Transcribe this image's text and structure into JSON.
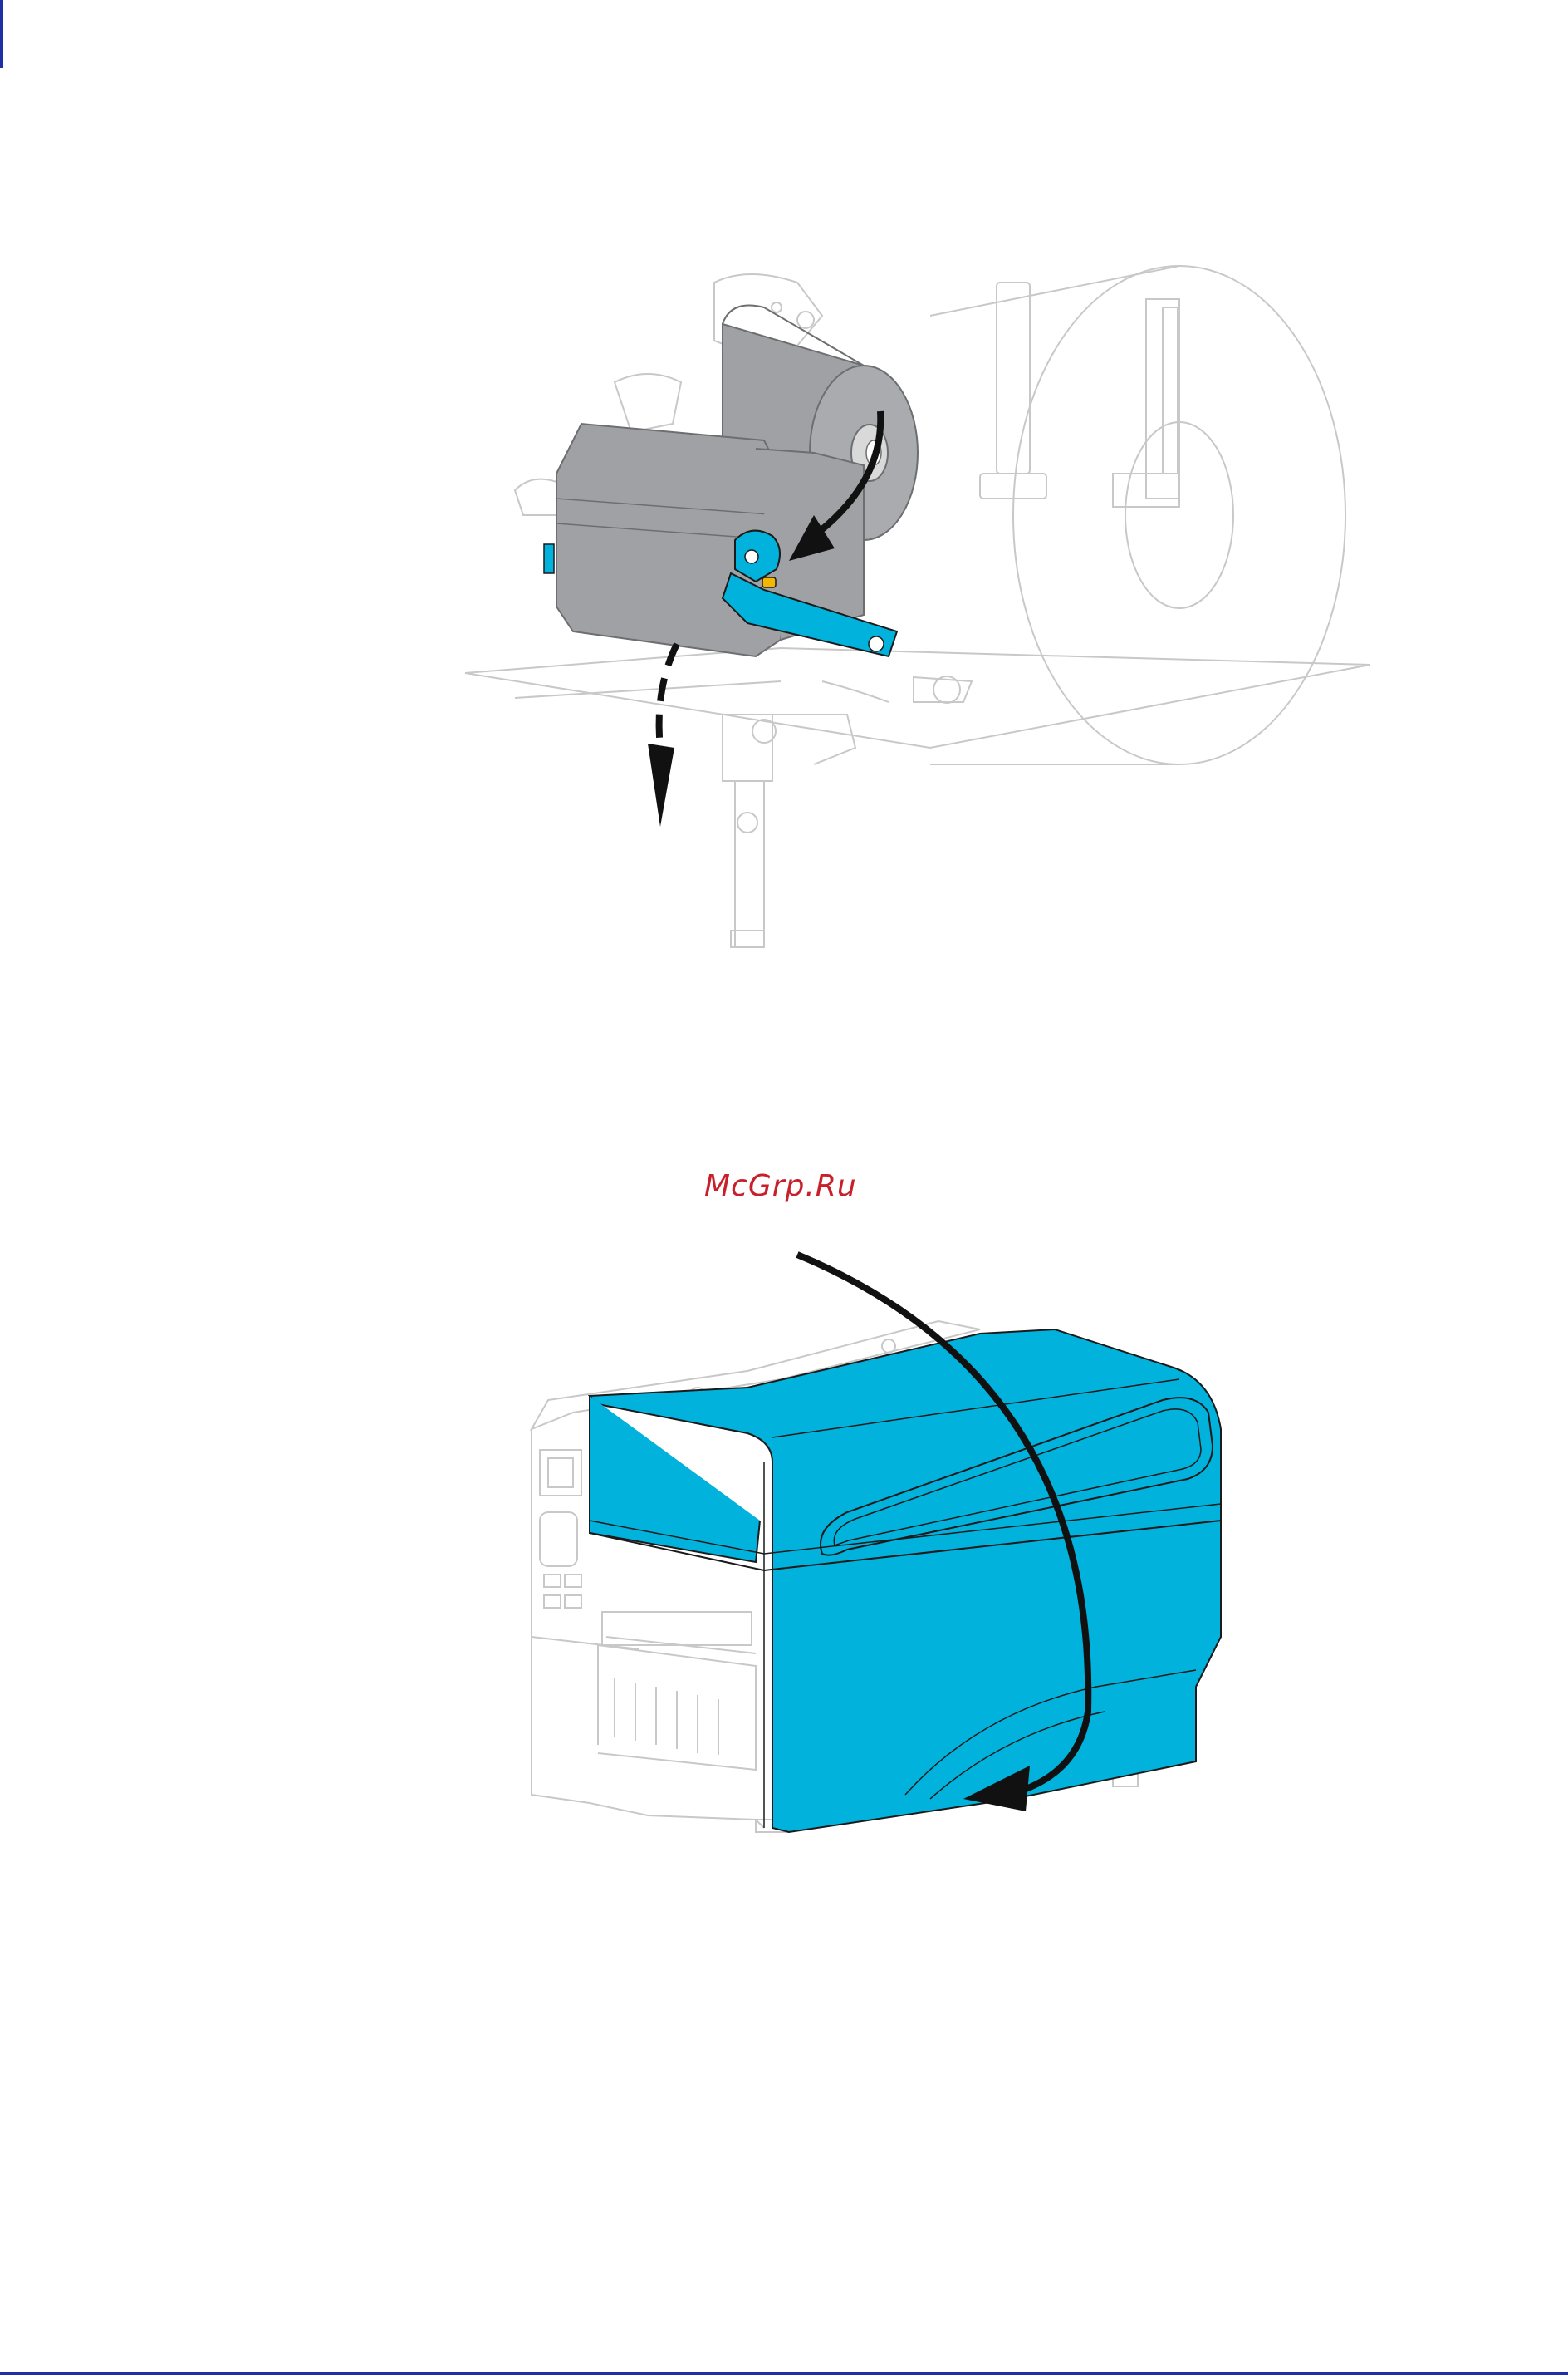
{
  "watermark": {
    "text": "McGrp.Ru"
  },
  "colors": {
    "accent": "#00b2dc",
    "ribbon_gray": "#9fa1a4",
    "arrow": "#111111",
    "line_art": "#c8c8c8",
    "rule": "#1f2fa8",
    "watermark": "#c8202a"
  },
  "figures": [
    {
      "name": "ribbon-loading-illustration"
    },
    {
      "name": "printer-cover-closing-illustration"
    }
  ]
}
